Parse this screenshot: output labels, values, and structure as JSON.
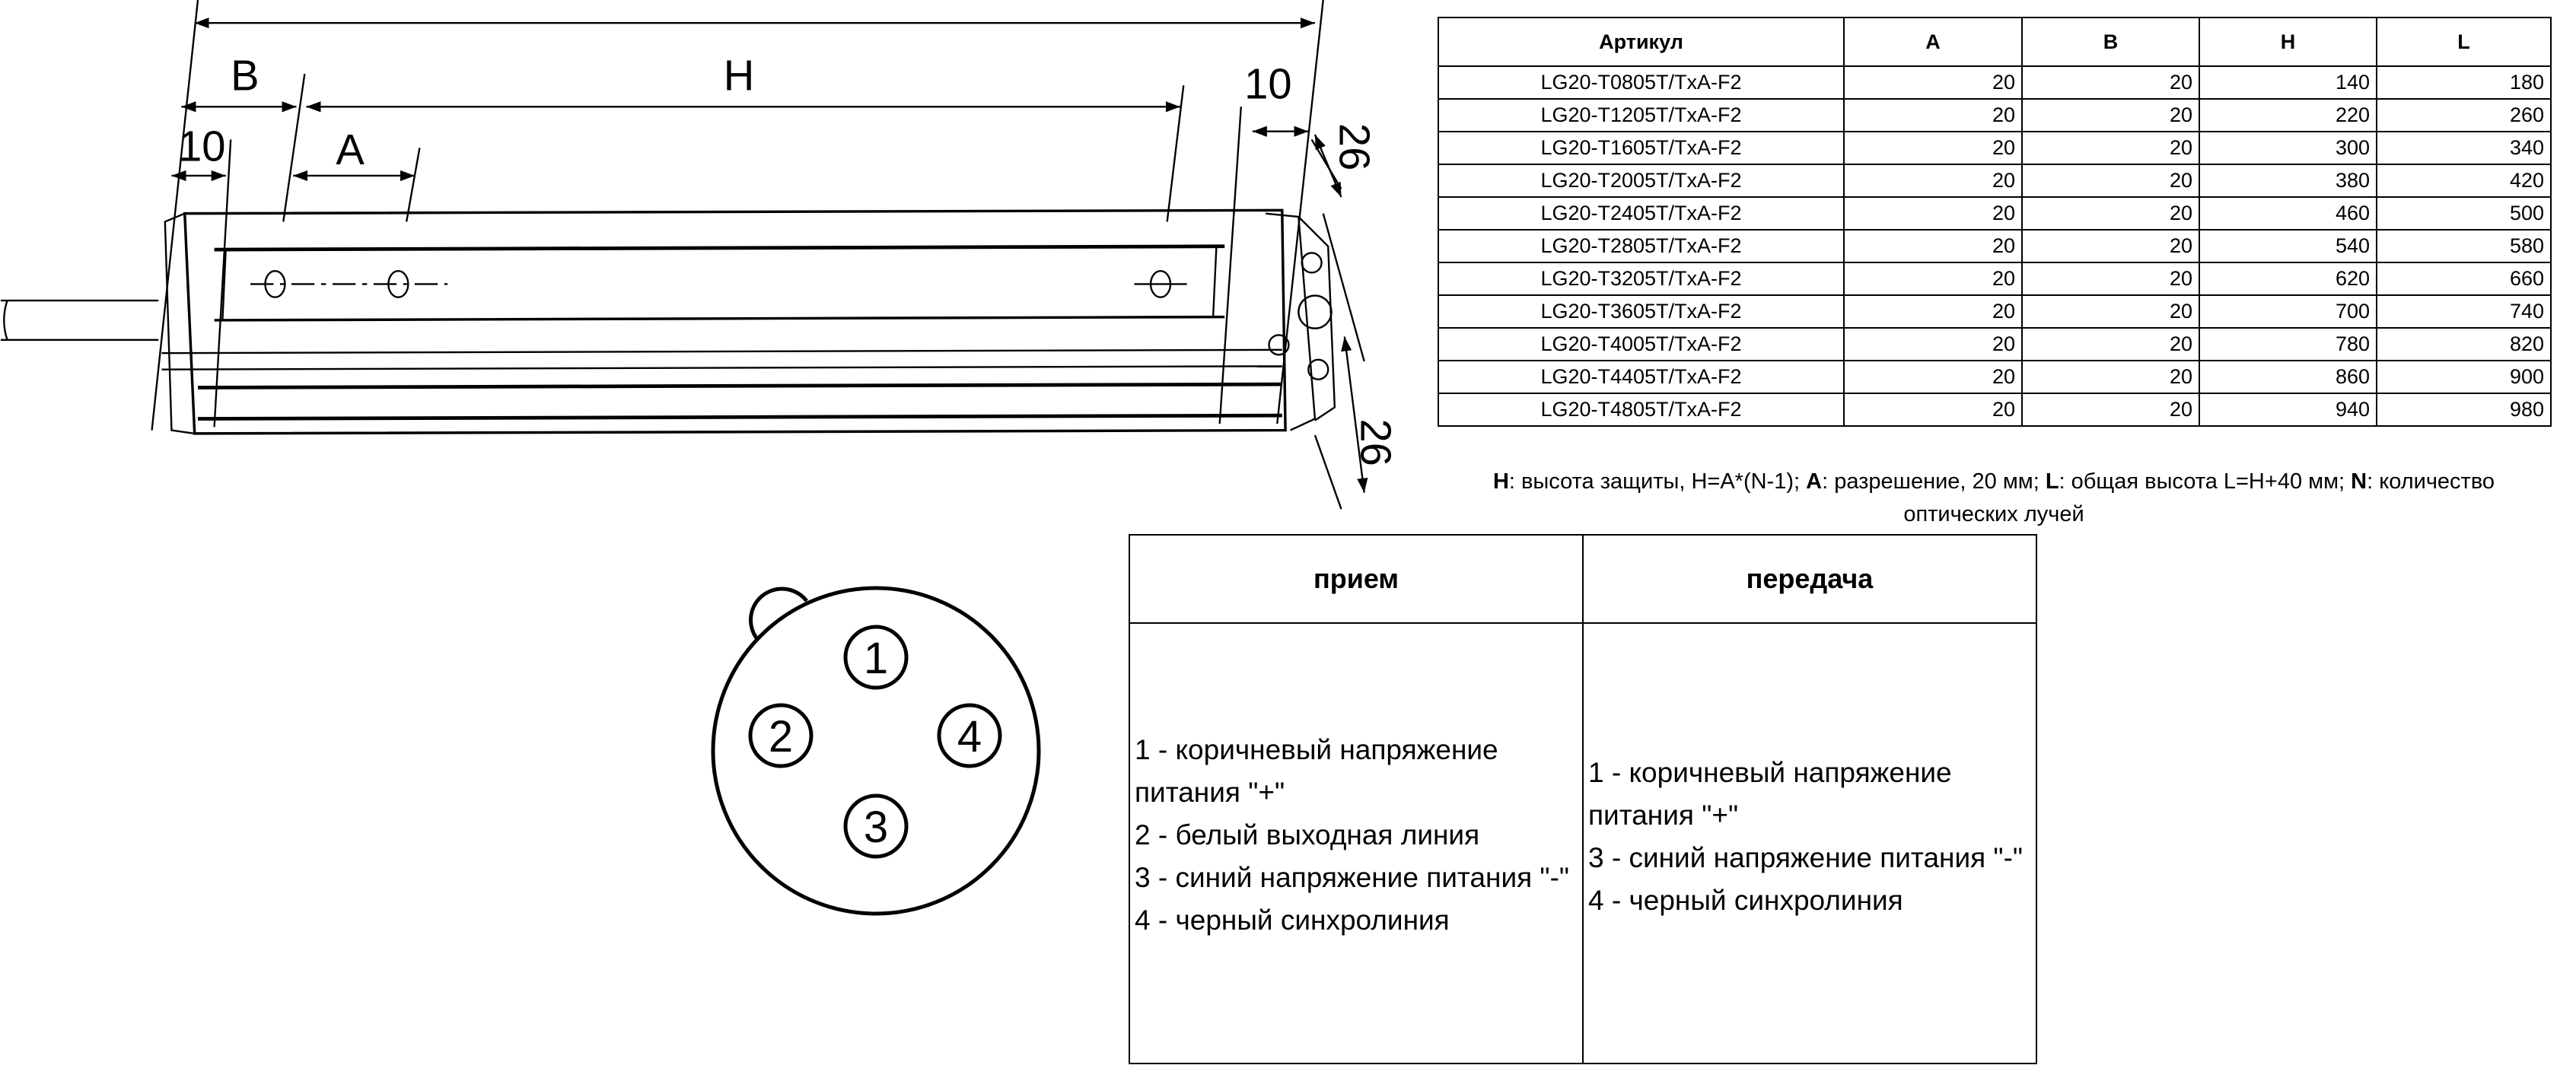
{
  "drawing": {
    "labels": {
      "B": "B",
      "H": "H",
      "A": "A",
      "left_10": "10",
      "right_10": "10",
      "side_26_top": "26",
      "side_26_bottom": "26"
    }
  },
  "spec_table": {
    "headers": [
      "Артикул",
      "A",
      "B",
      "H",
      "L"
    ],
    "rows": [
      [
        "LG20-T0805T/TxA-F2",
        "20",
        "20",
        "140",
        "180"
      ],
      [
        "LG20-T1205T/TxA-F2",
        "20",
        "20",
        "220",
        "260"
      ],
      [
        "LG20-T1605T/TxA-F2",
        "20",
        "20",
        "300",
        "340"
      ],
      [
        "LG20-T2005T/TxA-F2",
        "20",
        "20",
        "380",
        "420"
      ],
      [
        "LG20-T2405T/TxA-F2",
        "20",
        "20",
        "460",
        "500"
      ],
      [
        "LG20-T2805T/TxA-F2",
        "20",
        "20",
        "540",
        "580"
      ],
      [
        "LG20-T3205T/TxA-F2",
        "20",
        "20",
        "620",
        "660"
      ],
      [
        "LG20-T3605T/TxA-F2",
        "20",
        "20",
        "700",
        "740"
      ],
      [
        "LG20-T4005T/TxA-F2",
        "20",
        "20",
        "780",
        "820"
      ],
      [
        "LG20-T4405T/TxA-F2",
        "20",
        "20",
        "860",
        "900"
      ],
      [
        "LG20-T4805T/TxA-F2",
        "20",
        "20",
        "940",
        "980"
      ]
    ]
  },
  "note": {
    "h_key": "H",
    "h_text": ": высота защиты, H=A*(N-1); ",
    "a_key": "A",
    "a_text": ": разрешение, 20 мм; ",
    "l_key": "L",
    "l_text": ": общая высота L=H+40 мм; ",
    "n_key": "N",
    "n_text": ": количество оптических лучей"
  },
  "connector": {
    "pins": [
      "1",
      "2",
      "3",
      "4"
    ]
  },
  "wiring": {
    "receiver_header": "прием",
    "transmitter_header": "передача",
    "receiver_lines": [
      "1 - коричневый напряжение питания \"+\"",
      "2 - белый выходная линия",
      "3 - синий напряжение питания \"-\"",
      "4 - черный синхролиния"
    ],
    "transmitter_lines": [
      "1 - коричневый напряжение питания \"+\"",
      "3 - синий напряжение питания \"-\"",
      "4 - черный синхролиния"
    ]
  }
}
